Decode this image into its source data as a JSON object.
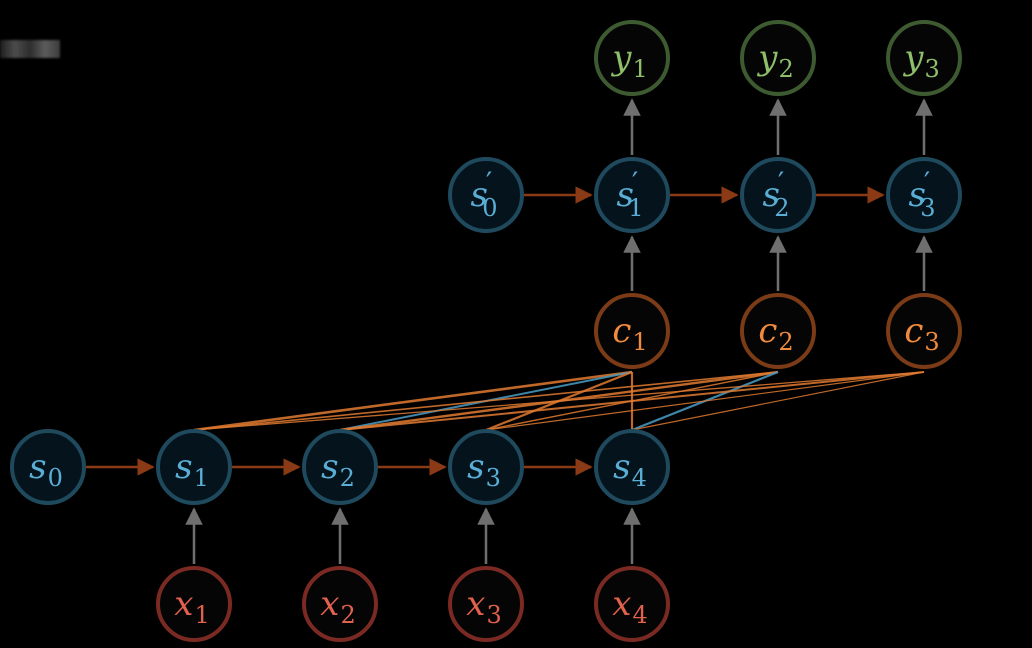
{
  "colors": {
    "background": "#000000",
    "state_stroke": "#1f4a5e",
    "state_text": "#5aaed6",
    "input_stroke": "#7a2a22",
    "input_text": "#e0614e",
    "context_stroke": "#7a3b16",
    "context_text": "#f08a3c",
    "output_stroke": "#3d5a30",
    "output_text": "#8fbf6a",
    "arrow_gray": "#6f6f6f",
    "arrow_brown": "#8a3a14",
    "attn_orange": "#e07a30",
    "attn_blue": "#4a9cc6"
  },
  "nodes": {
    "inputs": [
      {
        "base": "x",
        "sub": "1"
      },
      {
        "base": "x",
        "sub": "2"
      },
      {
        "base": "x",
        "sub": "3"
      },
      {
        "base": "x",
        "sub": "4"
      }
    ],
    "encoder": [
      {
        "base": "s",
        "sub": "0"
      },
      {
        "base": "s",
        "sub": "1"
      },
      {
        "base": "s",
        "sub": "2"
      },
      {
        "base": "s",
        "sub": "3"
      },
      {
        "base": "s",
        "sub": "4"
      }
    ],
    "contexts": [
      {
        "base": "c",
        "sub": "1"
      },
      {
        "base": "c",
        "sub": "2"
      },
      {
        "base": "c",
        "sub": "3"
      }
    ],
    "decoder": [
      {
        "base": "s",
        "prime": "′",
        "sub": "0"
      },
      {
        "base": "s",
        "prime": "′",
        "sub": "1"
      },
      {
        "base": "s",
        "prime": "′",
        "sub": "2"
      },
      {
        "base": "s",
        "prime": "′",
        "sub": "3"
      }
    ],
    "outputs": [
      {
        "base": "y",
        "sub": "1"
      },
      {
        "base": "y",
        "sub": "2"
      },
      {
        "base": "y",
        "sub": "3"
      }
    ]
  }
}
